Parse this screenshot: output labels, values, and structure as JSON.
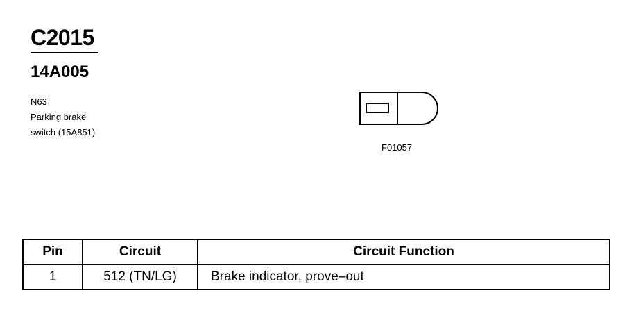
{
  "header": {
    "connector_id": "C2015",
    "part_number": "14A005",
    "description_lines": [
      "N63",
      "Parking brake",
      "switch (15A851)"
    ]
  },
  "figure": {
    "code": "F01057",
    "icon": "connector-face-icon"
  },
  "pin_table": {
    "columns": [
      "Pin",
      "Circuit",
      "Circuit Function"
    ],
    "rows": [
      {
        "pin": "1",
        "circuit": "512 (TN/LG)",
        "function": "Brake indicator, prove–out"
      }
    ]
  }
}
